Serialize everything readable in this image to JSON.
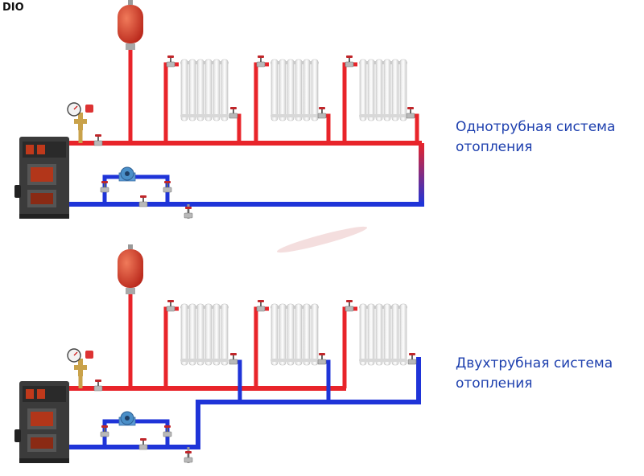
{
  "watermark": "DIO",
  "colors": {
    "hot_pipe": "#e8242a",
    "cold_pipe": "#1f34d8",
    "label_text": "#1d3fae",
    "tank": "#d83a24",
    "boiler_body": "#3a3a3a",
    "boiler_fire": "#c0391b",
    "radiator": "#eeeeee",
    "pump": "#4a8fc8"
  },
  "systems": [
    {
      "id": "single-pipe",
      "line1": "Однотрубная система",
      "line2": "отопления",
      "radiators": 3,
      "icons": [
        "boiler-icon",
        "expansion-tank-icon",
        "pressure-gauge-icon",
        "circulation-pump-icon",
        "radiator-icon",
        "valve-icon"
      ]
    },
    {
      "id": "two-pipe",
      "line1": "Двухтрубная система",
      "line2": "отопления",
      "radiators": 3,
      "icons": [
        "boiler-icon",
        "expansion-tank-icon",
        "pressure-gauge-icon",
        "circulation-pump-icon",
        "radiator-icon",
        "valve-icon"
      ]
    }
  ]
}
